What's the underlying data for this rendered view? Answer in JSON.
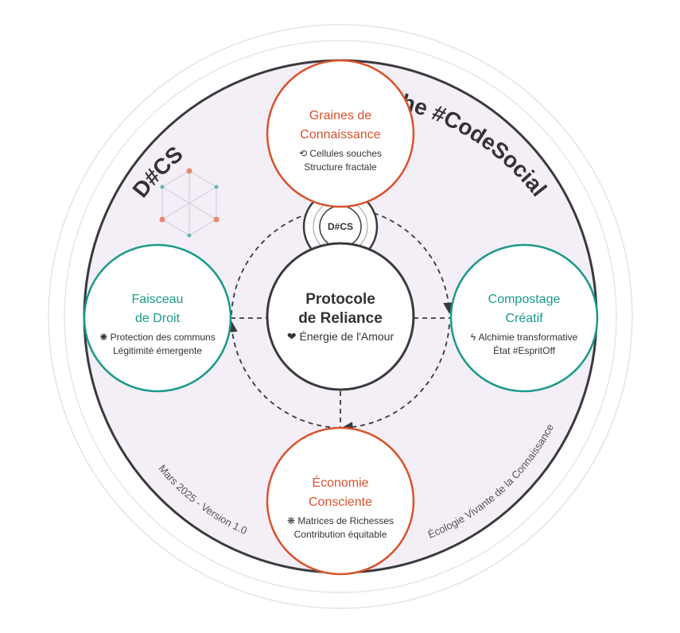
{
  "ring_titles": {
    "left": "D#CS",
    "right": "Démarche #CodeSocial"
  },
  "footer": {
    "left": "Mars 2025 - Version 1.0",
    "right": "Écologie Vivante de la Connaissance"
  },
  "center": {
    "title_line1": "Protocole",
    "title_line2": "de Reliance",
    "subtitle": "❤ Énergie de l'Amour"
  },
  "hub_label": "D#CS",
  "nodes": {
    "top": {
      "title_line1": "Graines de",
      "title_line2": "Connaissance",
      "line1": "⟲ Cellules souches",
      "line2": "Structure fractale",
      "color": "#d9532b"
    },
    "left": {
      "title_line1": "Faisceau",
      "title_line2": "de Droit",
      "line1": "✺ Protection des communs",
      "line2": "Légitimité émergente",
      "color": "#1a9a8a"
    },
    "right": {
      "title_line1": "Compostage",
      "title_line2": "Créatif",
      "line1": "ϟ Alchimie transformative",
      "line2": "État #EspritOff",
      "color": "#1a9a8a"
    },
    "bottom": {
      "title_line1": "Économie",
      "title_line2": "Consciente",
      "line1": "❋ Matrices de Richesses",
      "line2": "Contribution équitable",
      "color": "#d9532b"
    }
  },
  "colors": {
    "background_disc": "#f4eef6",
    "outline": "#3a3a3e",
    "ring_grey": "#d9d9d9",
    "accent_orange": "#d9532b",
    "accent_teal": "#1a9a8a"
  },
  "icons": [
    "hexagon-network-icon",
    "heart-icon",
    "cycle-icon",
    "sun-icon",
    "lightning-icon",
    "snowflake-icon"
  ]
}
